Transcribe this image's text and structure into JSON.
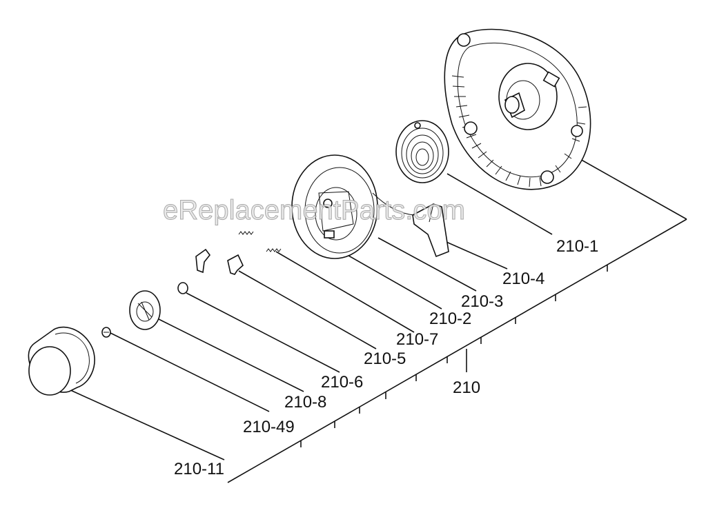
{
  "watermark": "eReplacementParts.com",
  "labels": {
    "p210_1": "210-1",
    "p210_4": "210-4",
    "p210_3": "210-3",
    "p210_2": "210-2",
    "p210_7": "210-7",
    "p210_5": "210-5",
    "p210_6": "210-6",
    "p210_8": "210-8",
    "p210_49": "210-49",
    "p210_11": "210-11",
    "p210": "210"
  },
  "colors": {
    "line": "#111111",
    "watermark_fill": "#e6e6e6",
    "watermark_stroke": "#9a9a9a"
  }
}
